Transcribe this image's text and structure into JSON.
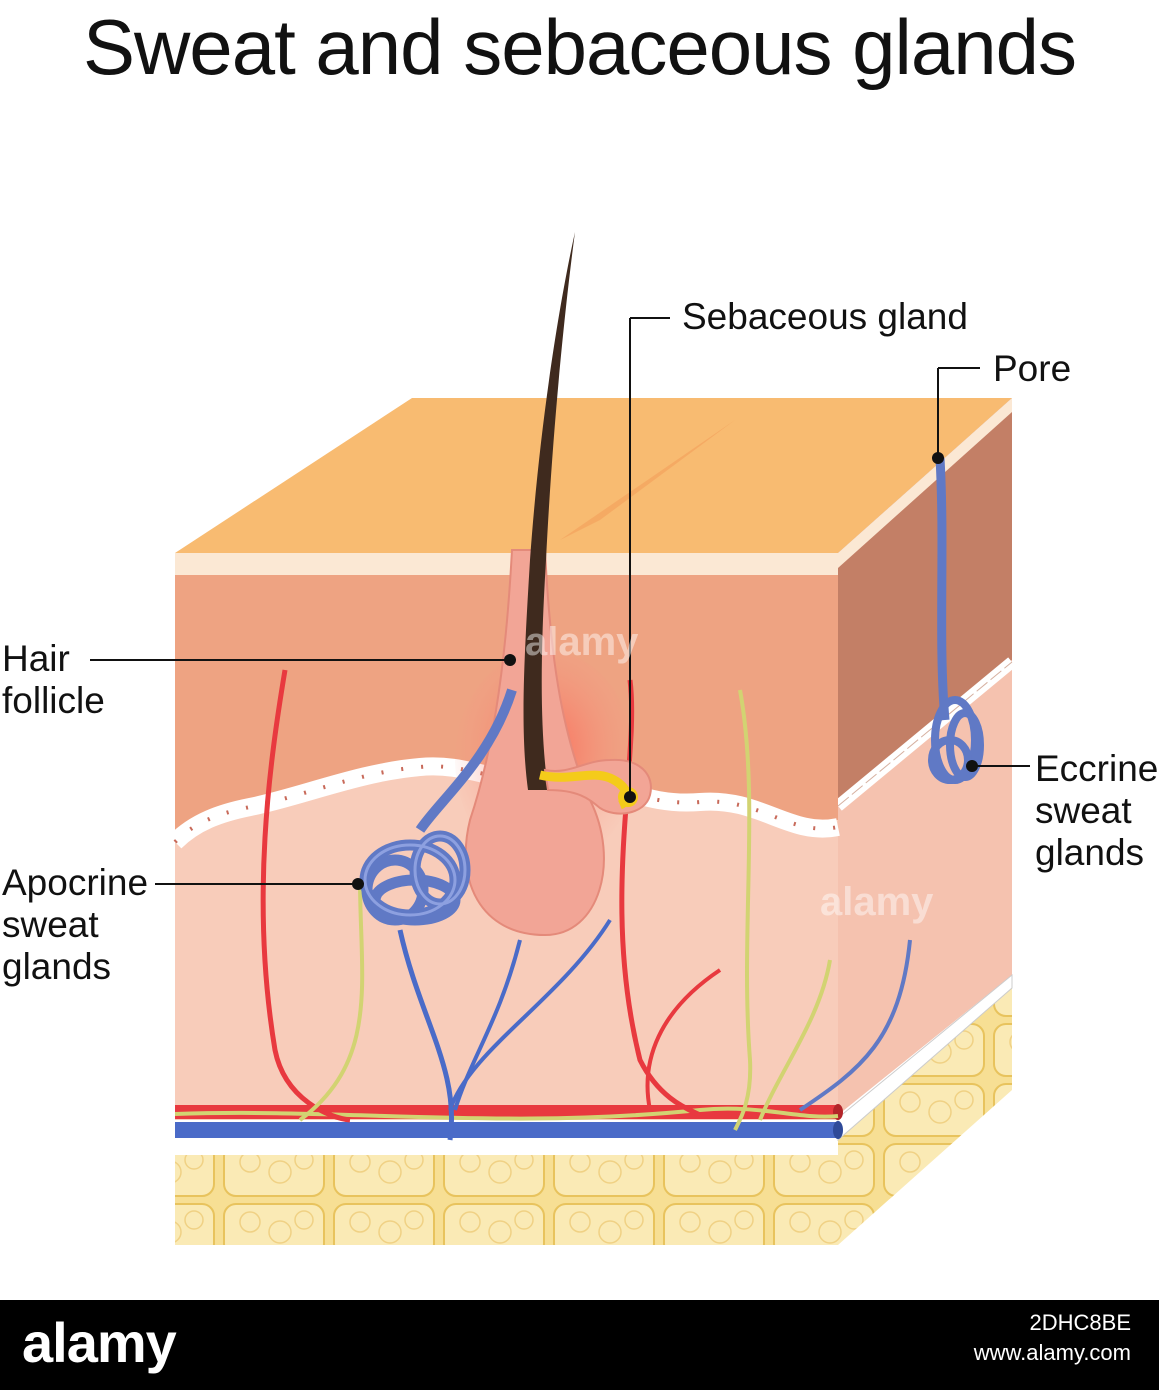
{
  "title": "Sweat and sebaceous glands",
  "labels": {
    "sebaceous_gland": "Sebaceous gland",
    "pore": "Pore",
    "hair_follicle": [
      "Hair",
      "follicle"
    ],
    "eccrine": [
      "Eccrine",
      "sweat",
      "glands"
    ],
    "apocrine": [
      "Apocrine",
      "sweat",
      "glands"
    ]
  },
  "footer": {
    "brand": "alamy",
    "image_id": "2DHC8BE",
    "url": "www.alamy.com"
  },
  "watermark": "alamy",
  "colors": {
    "top_surface": "#f8bb71",
    "epidermis": "#eea382",
    "dermis": "#f8ccba",
    "fat": "#f7df94",
    "side_epidermis": "#c37f66",
    "side_dermis": "#f5c2af",
    "artery": "#e8393f",
    "vein": "#4a6bc8",
    "nerve": "#d2d372",
    "gland": "#6079c5",
    "sebum": "#f4cb1a",
    "hair": "#3f2a1e"
  }
}
